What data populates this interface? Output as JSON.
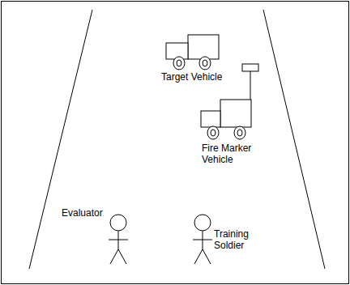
{
  "diagram": {
    "labels": [
      "Target Vehicle",
      "Fire Marker Vehicle",
      "Evaluator",
      "Training Soldier"
    ]
  }
}
